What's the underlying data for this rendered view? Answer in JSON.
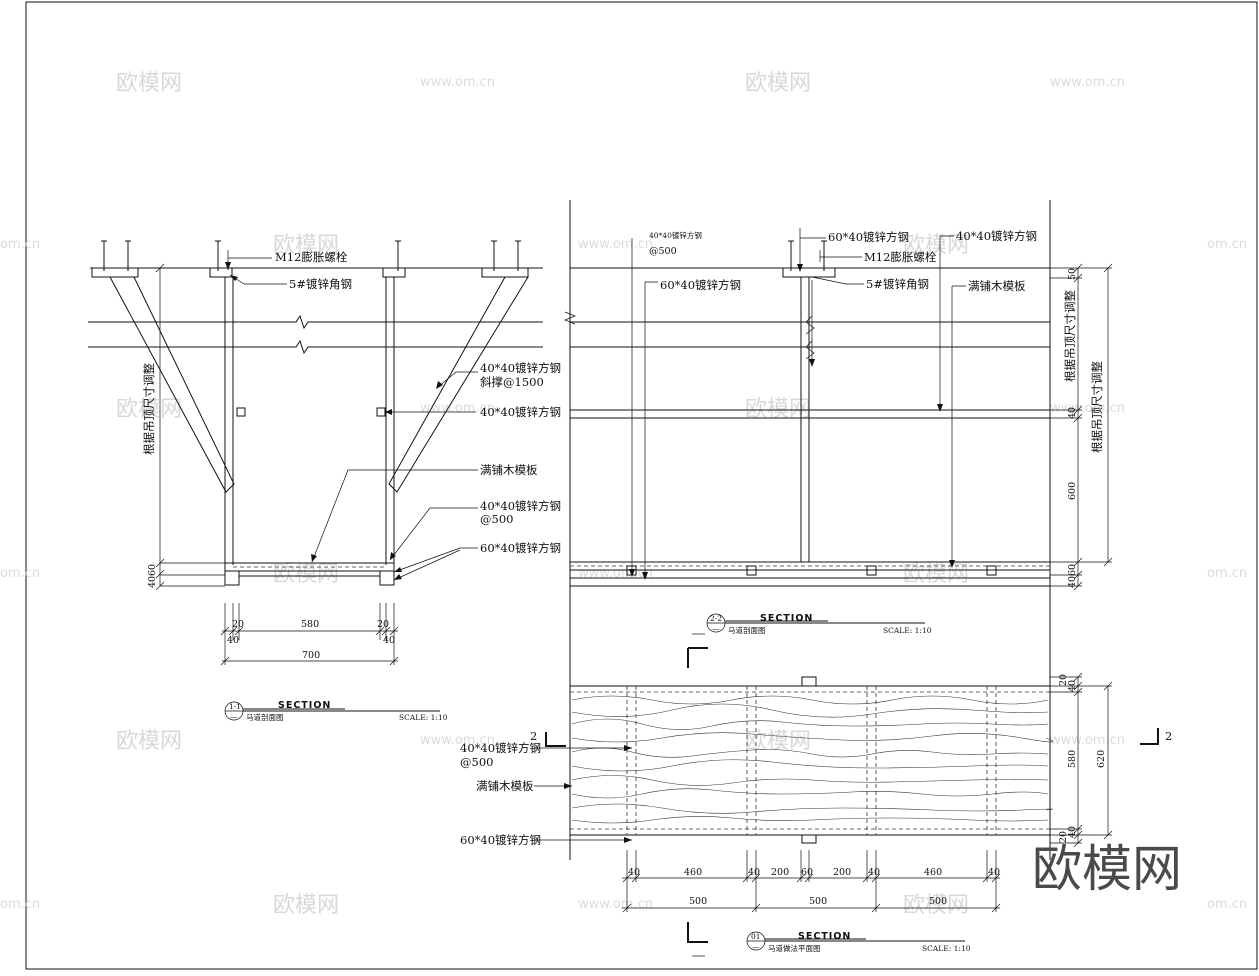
{
  "watermarks": {
    "brand": "欧模网",
    "url": "www.om.cn",
    "edge": "om.cn"
  },
  "section_1_1": {
    "labels": {
      "bolt": "M12膨胀螺栓",
      "angle": "5#镀锌角钢",
      "brace_line1": "40*40镀锌方钢",
      "brace_line2": "斜撑@1500",
      "tube": "40*40镀锌方钢",
      "board": "满铺木模板",
      "joist_line1": "40*40镀锌方钢",
      "joist_line2": "@500",
      "beam": "60*40镀锌方钢",
      "adjust": "根据吊顶尺寸调整"
    },
    "dims": {
      "h40": "40",
      "h60": "60",
      "w20a": "20",
      "w580": "580",
      "w20b": "20",
      "w40a": "40",
      "w40b": "40",
      "w700": "700"
    },
    "title": {
      "num_top": "1-1",
      "num_bottom": "—",
      "heading": "SECTION",
      "subtitle": "马道剖面图",
      "scale": "SCALE: 1:10"
    }
  },
  "section_2_2": {
    "labels": {
      "tube_line1": "40*40镀锌方钢",
      "tube_line2": "@500",
      "beam_a": "60*40镀锌方钢",
      "beam_b": "60*40镀锌方钢",
      "tube_right": "40*40镀锌方钢",
      "bolt": "M12膨胀螺栓",
      "angle": "5#镀锌角钢",
      "board": "满铺木模板",
      "adjust_a": "根据吊顶尺寸调整",
      "adjust_b": "根据吊顶尺寸调整"
    },
    "dims": {
      "d50": "50",
      "d40a": "40",
      "d600": "600",
      "d60": "60",
      "d40b": "40"
    },
    "title": {
      "num_top": "2-2",
      "num_bottom": "—",
      "heading": "SECTION",
      "subtitle": "马道剖面图",
      "scale": "SCALE: 1:10"
    }
  },
  "plan": {
    "labels": {
      "tube_line1": "40*40镀锌方钢",
      "tube_line2": "@500",
      "board": "满铺木模板",
      "beam": "60*40镀锌方钢"
    },
    "cut_marks": {
      "left": "2",
      "right": "2"
    },
    "right_dims": {
      "d20": "20",
      "d40a": "40",
      "d580": "580",
      "d620": "620",
      "d40b": "40",
      "d20b": "20"
    },
    "bottom_dims_top": [
      "40",
      "460",
      "40",
      "200",
      "60",
      "200",
      "40",
      "460",
      "40"
    ],
    "bottom_dims_bottom": [
      "500",
      "500",
      "500"
    ],
    "title": {
      "num_top": "01",
      "num_bottom": "—",
      "heading": "SECTION",
      "subtitle": "马道做法平面图",
      "scale": "SCALE: 1:10"
    }
  }
}
